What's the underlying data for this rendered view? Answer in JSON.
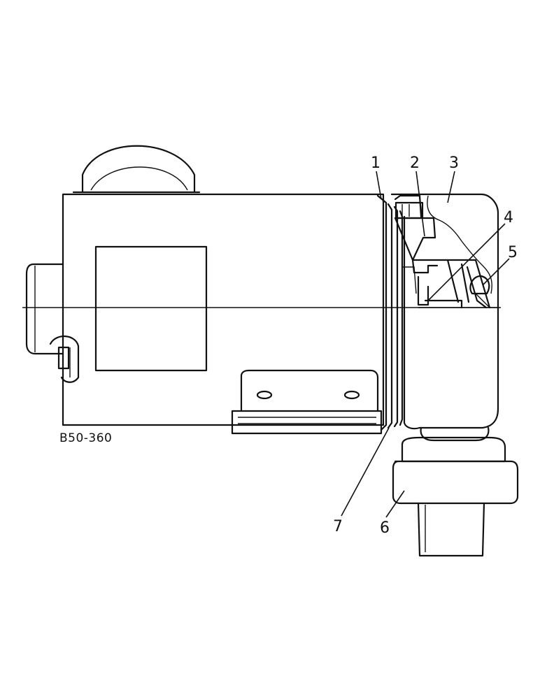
{
  "drawing_code": "B50-360",
  "callouts": {
    "c1": "1",
    "c2": "2",
    "c3": "3",
    "c4": "4",
    "c5": "5",
    "c6": "6",
    "c7": "7"
  }
}
